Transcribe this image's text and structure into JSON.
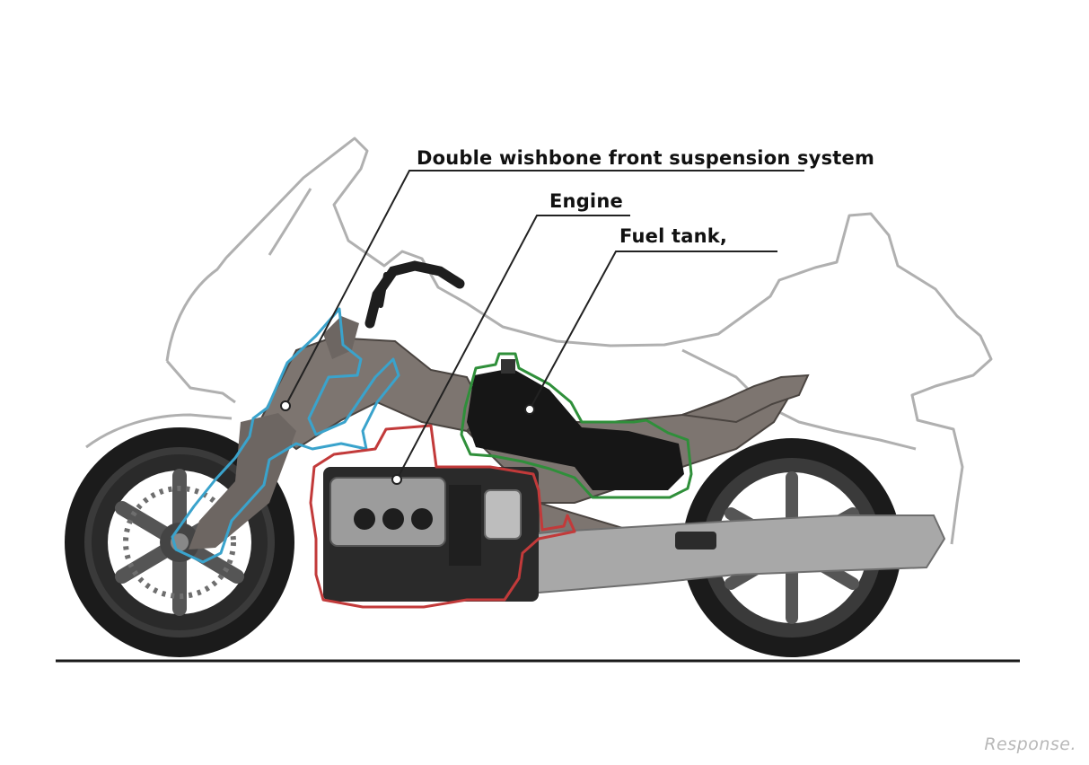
{
  "callouts": {
    "suspension": "Double wishbone front suspension system",
    "engine": "Engine",
    "fuel_tank": "Fuel tank,"
  },
  "watermark": "Response.",
  "colors": {
    "body_outline": "#b0b0b0",
    "suspension_outline": "#3aa3cc",
    "engine_outline": "#c23a3a",
    "fuel_tank_outline": "#2f8f3a",
    "leader_lines": "#222222",
    "ground_line": "#1a1a1a",
    "tire": "#1b1b1b",
    "frame": "#7d7570",
    "engine_block": "#2a2a2a",
    "chrome": "#a8a8a8"
  }
}
